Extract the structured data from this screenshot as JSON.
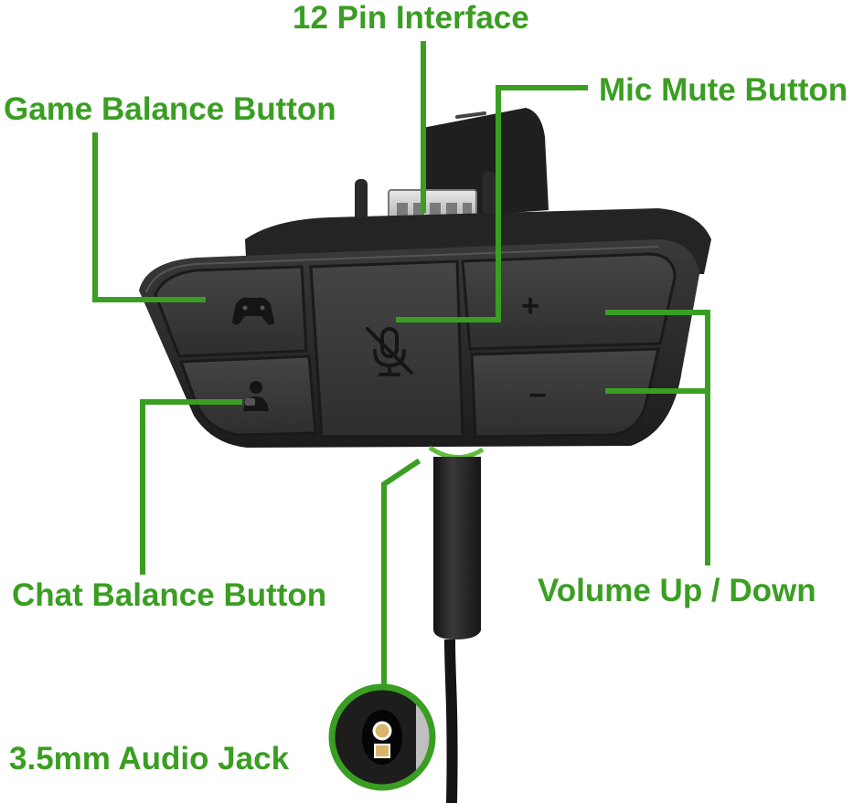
{
  "title": "Stereo Headset Adapter",
  "labels": {
    "pin_interface": "12 Pin Interface",
    "game_balance": "Game Balance Button",
    "mic_mute": "Mic Mute Button",
    "chat_balance": "Chat Balance Button",
    "volume": "Volume Up / Down",
    "audio_jack": "3.5mm Audio Jack"
  },
  "buttons": {
    "plus": "+",
    "minus": "−"
  },
  "icons": {
    "game": "controller-icon",
    "chat": "person-chat-icon",
    "mic": "mic-muted-icon"
  },
  "colors": {
    "accent": "#3a9e22",
    "body": "#2b2b2b",
    "button": "#3a3a3a",
    "background": "#ffffff"
  }
}
